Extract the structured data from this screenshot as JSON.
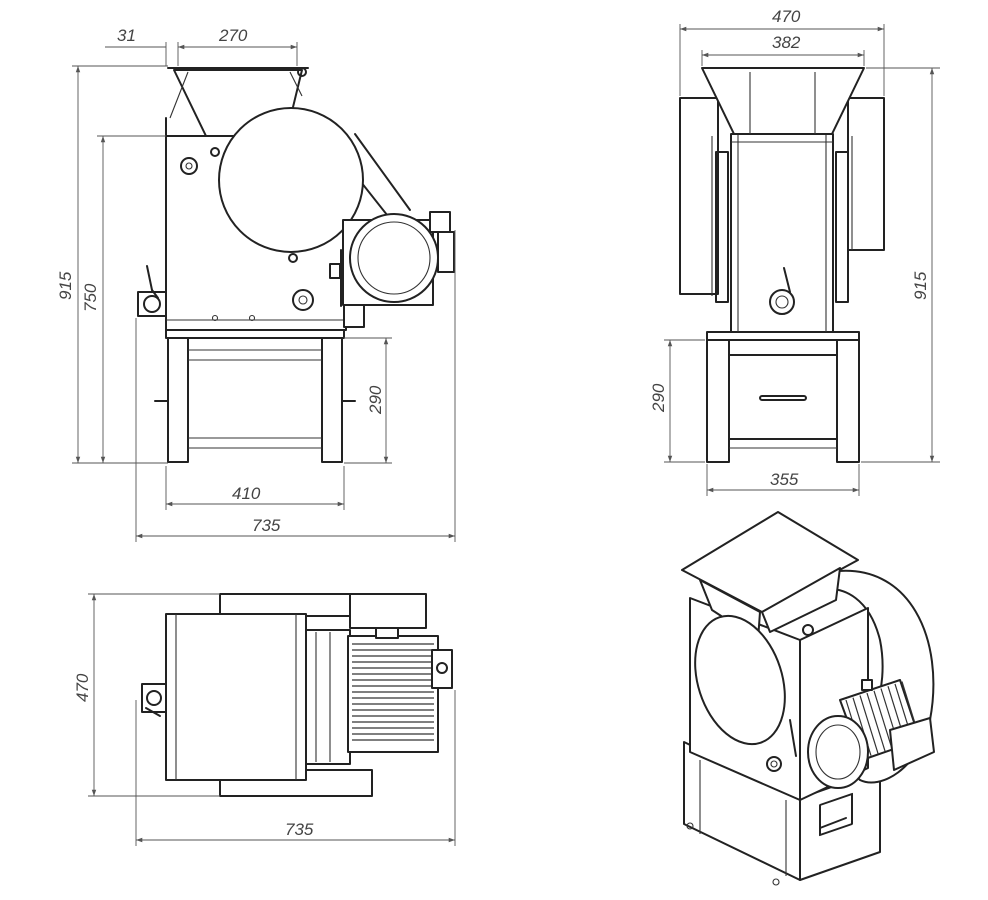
{
  "views": {
    "side": {
      "dims": {
        "top_offset": "31",
        "top_width": "270",
        "height_total": "915",
        "height_body": "750",
        "height_stand": "290",
        "stand_width": "410",
        "total_width": "735"
      }
    },
    "front": {
      "dims": {
        "width_total": "470",
        "width_hopper": "382",
        "height_total": "915",
        "height_stand": "290",
        "stand_width": "355"
      }
    },
    "top": {
      "dims": {
        "depth": "470",
        "length": "735"
      }
    },
    "iso": {}
  },
  "colors": {
    "line": "#222222",
    "dimension": "#555555",
    "background": "#ffffff"
  }
}
